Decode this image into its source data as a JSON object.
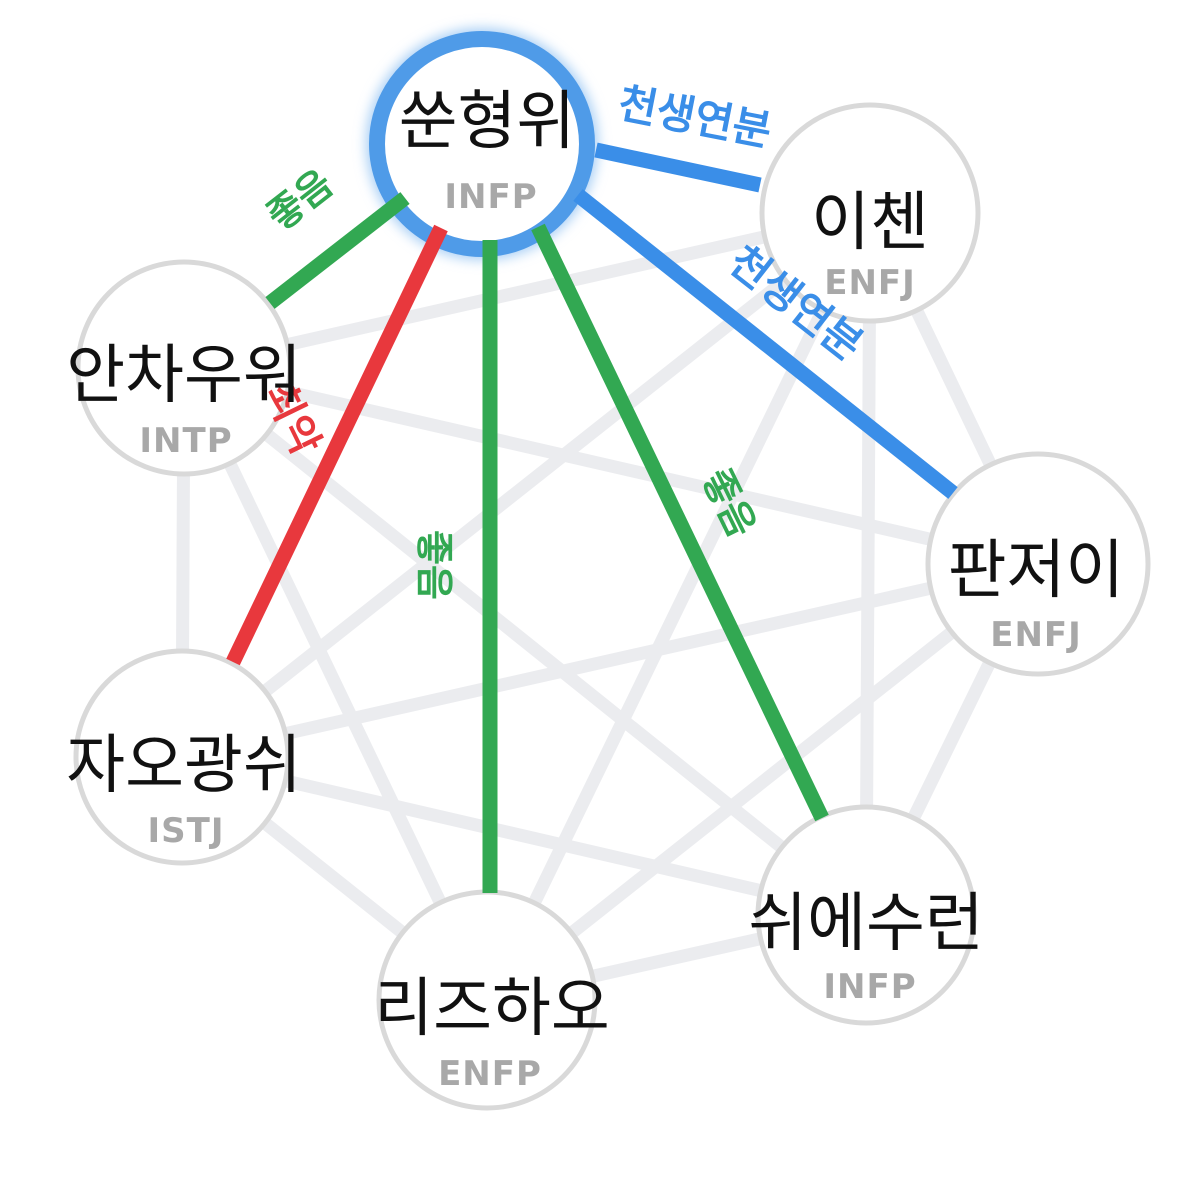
{
  "colors": {
    "background": "#ffffff",
    "node_border": "#d9d9d9",
    "center_border": "#4f9be8",
    "center_glow": "#a8cff5",
    "background_edge": "#ebecef",
    "good": "#32a852",
    "bad": "#e8383d",
    "destined": "#3a8ee8",
    "name_text": "#111111",
    "mbti_text": "#a8a8a8"
  },
  "nodes": [
    {
      "id": "center",
      "name": "쑨형위",
      "mbti": "INFP",
      "highlight": true
    },
    {
      "id": "n1",
      "name": "이첸",
      "mbti": "ENFJ"
    },
    {
      "id": "n2",
      "name": "판저이",
      "mbti": "ENFJ"
    },
    {
      "id": "n3",
      "name": "쉬에수런",
      "mbti": "INFP"
    },
    {
      "id": "n4",
      "name": "리즈하오",
      "mbti": "ENFP"
    },
    {
      "id": "n5",
      "name": "자오광쉬",
      "mbti": "ISTJ"
    },
    {
      "id": "n6",
      "name": "안차우워",
      "mbti": "INTP"
    }
  ],
  "edges": [
    {
      "from": "center",
      "to": "n1",
      "label": "천생연분",
      "type": "destined"
    },
    {
      "from": "center",
      "to": "n2",
      "label": "천생연분",
      "type": "destined"
    },
    {
      "from": "center",
      "to": "n3",
      "label": "좋음",
      "type": "good"
    },
    {
      "from": "center",
      "to": "n4",
      "label": "좋음",
      "type": "good"
    },
    {
      "from": "center",
      "to": "n5",
      "label": "최악",
      "type": "bad"
    },
    {
      "from": "center",
      "to": "n6",
      "label": "좋음",
      "type": "good"
    }
  ]
}
